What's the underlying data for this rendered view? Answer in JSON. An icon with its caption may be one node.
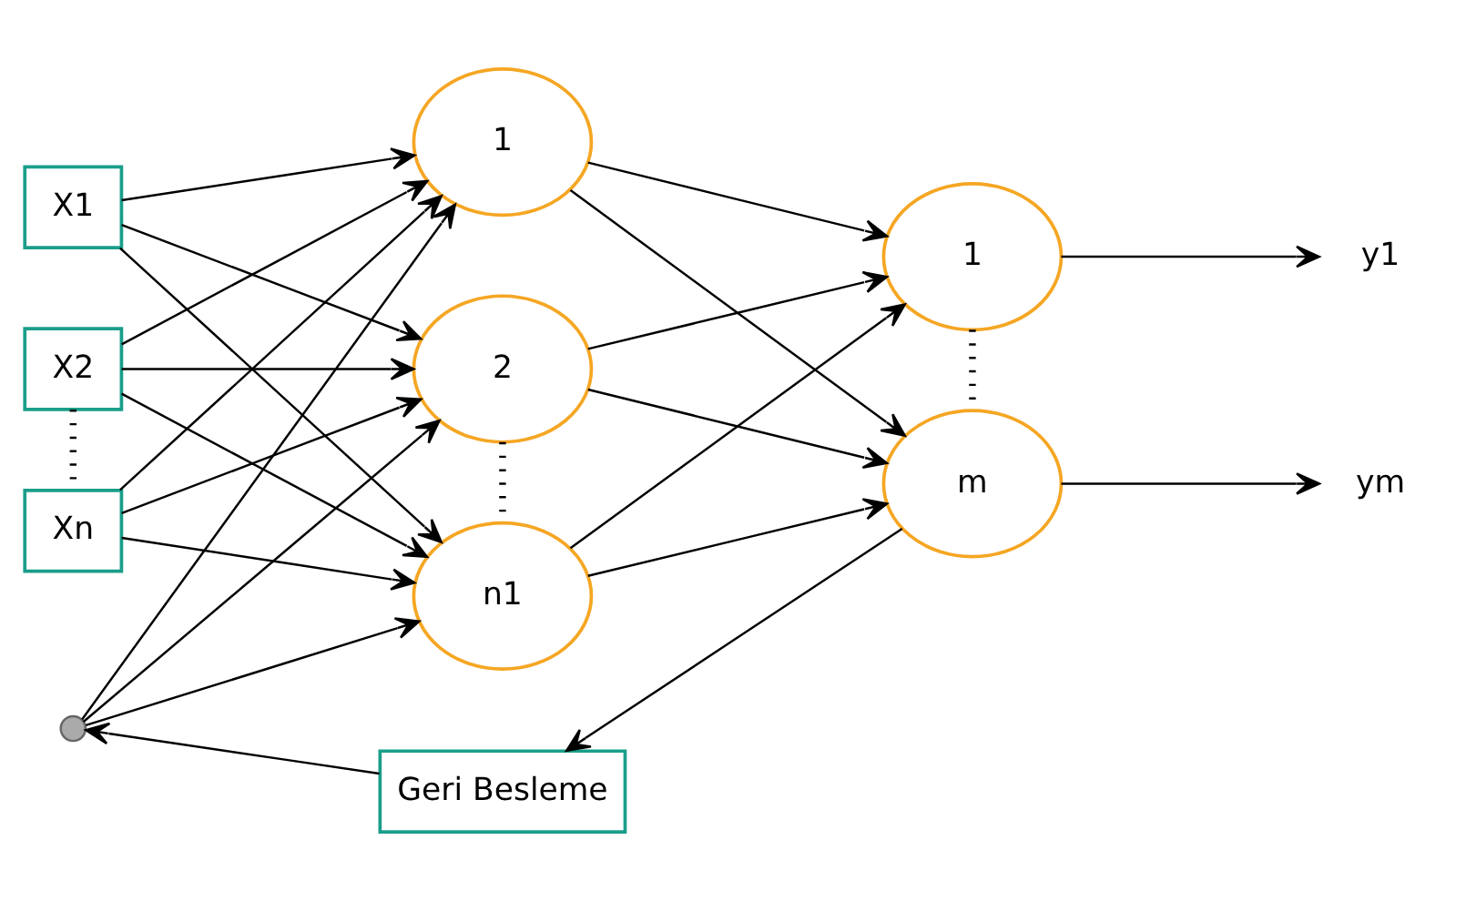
{
  "diagram": {
    "nodes": [
      {
        "text": [
          "X1"
        ]
      },
      {
        "text": [
          "X2"
        ]
      },
      {
        "text": [
          "Xn"
        ]
      },
      {
        "text": [],
        "shape": "circle"
      },
      {
        "text": [
          "1"
        ]
      },
      {
        "text": [
          "2"
        ]
      },
      {
        "text": [
          "n1"
        ]
      },
      {
        "text": [
          "1"
        ]
      },
      {
        "text": [
          "m"
        ]
      },
      {
        "text": [
          "y1"
        ]
      },
      {
        "text": [
          "ym"
        ]
      },
      {
        "text": [
          "Geri Besleme"
        ]
      }
    ],
    "edges": [
      {
        "from": 0,
        "to": 4,
        "arrow": "to"
      },
      {
        "from": 0,
        "to": 5,
        "arrow": "to"
      },
      {
        "from": 0,
        "to": 6,
        "arrow": "to"
      },
      {
        "from": 1,
        "to": 4,
        "arrow": "to"
      },
      {
        "from": 1,
        "to": 5,
        "arrow": "to"
      },
      {
        "from": 1,
        "to": 6,
        "arrow": "to"
      },
      {
        "from": 2,
        "to": 4,
        "arrow": "to"
      },
      {
        "from": 2,
        "to": 5,
        "arrow": "to"
      },
      {
        "from": 2,
        "to": 6,
        "arrow": "to"
      },
      {
        "from": 3,
        "to": 4,
        "arrow": "to"
      },
      {
        "from": 3,
        "to": 5,
        "arrow": "to"
      },
      {
        "from": 3,
        "to": 6,
        "arrow": "to"
      },
      {
        "from": 4,
        "to": 7,
        "arrow": "to"
      },
      {
        "from": 4,
        "to": 8,
        "arrow": "to"
      },
      {
        "from": 5,
        "to": 7,
        "arrow": "to"
      },
      {
        "from": 5,
        "to": 8,
        "arrow": "to"
      },
      {
        "from": 6,
        "to": 7,
        "arrow": "to"
      },
      {
        "from": 6,
        "to": 8,
        "arrow": "to"
      },
      {
        "from": 7,
        "to": 9,
        "arrow": "to"
      },
      {
        "from": 8,
        "to": 10,
        "arrow": "to"
      },
      {
        "from": 8,
        "to": 11,
        "arrow": "to"
      },
      {
        "from": 11,
        "to": 3,
        "arrow": "to"
      },
      {
        "from": 1,
        "to": 2,
        "arrow": "none",
        "style": "dashed"
      },
      {
        "from": 5,
        "to": 6,
        "arrow": "none",
        "style": "dashed"
      },
      {
        "from": 7,
        "to": 8,
        "arrow": "none",
        "style": "dashed"
      }
    ]
  }
}
